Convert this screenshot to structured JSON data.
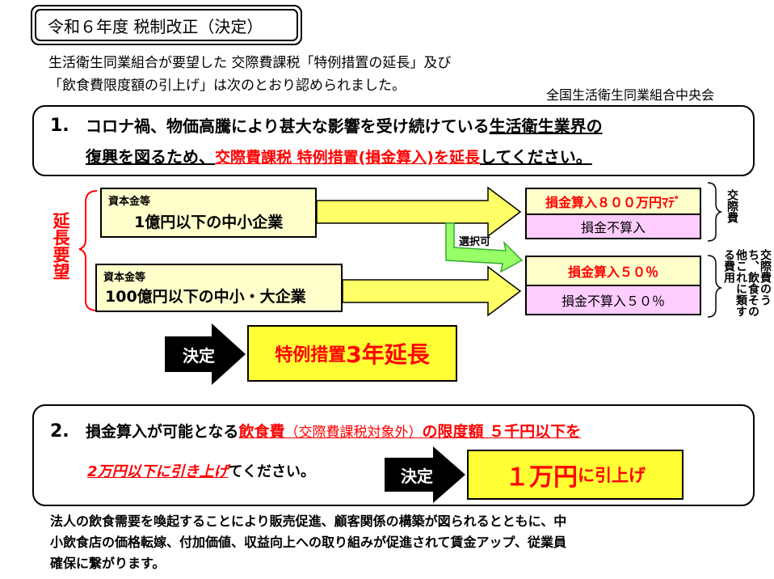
{
  "title": "令和６年度 税制改正（決定）",
  "intro": {
    "line1": "生活衛生同業組合が要望した 交際費課税「特例措置の延長」及び",
    "line2": "「飲食費限度額の引上げ」は次のとおり認められました。",
    "org": "全国生活衛生同業組合中央会"
  },
  "req1": {
    "num": "1.",
    "p1": "コロナ禍、物価高騰により甚大な影響を受け続けている",
    "p2": "生活衛生業界の",
    "p3": "復興を図るため、",
    "p4": "交際費課税 特例措置(損金算入)を延長",
    "p5": "してください。"
  },
  "extension_label": "延長要望",
  "sme": {
    "label": "資本金等",
    "name": "1億円以下の中小企業"
  },
  "large": {
    "label": "資本金等",
    "name": "100億円以下の中小・大企業"
  },
  "select_label": "選択可",
  "outcomes": {
    "a1": "損金算入８００万円ﾏﾃﾞ",
    "a2": "損金不算入",
    "b1": "損金算入５０％",
    "b2": "損金不算入５０％"
  },
  "side_label1": "交際費",
  "side_label2": "交際費のうち、飲食その他これに類する費用",
  "decision1": {
    "tag": "決定",
    "text": "特例措置 ",
    "highlight": "3年延長"
  },
  "req2": {
    "num": "2.",
    "p1": "損金算入が可能となる",
    "p2": "飲食費",
    "p3": "（交際費課税対象外）",
    "p4": "の限度額 ５千円以下を",
    "p5": "2万円以下に引き上げ",
    "p6": "てください。"
  },
  "decision2": {
    "tag": "決定",
    "big": "１万円",
    "small": "に引上げ"
  },
  "footer": {
    "line1": "法人の飲食需要を喚起することにより販売促進、顧客関係の構築が図られるとともに、中",
    "line2": "小飲食店の価格転嫁、付加価値、収益向上への取り組みが促進されて賃金アップ、従業員",
    "line3": "確保に繋がります。"
  },
  "colors": {
    "accent_red": "#ff0000",
    "yellow": "#ffff66",
    "pale_yellow": "#ffffcc",
    "pink": "#ffccff",
    "arrow_green": "#33cc33"
  }
}
